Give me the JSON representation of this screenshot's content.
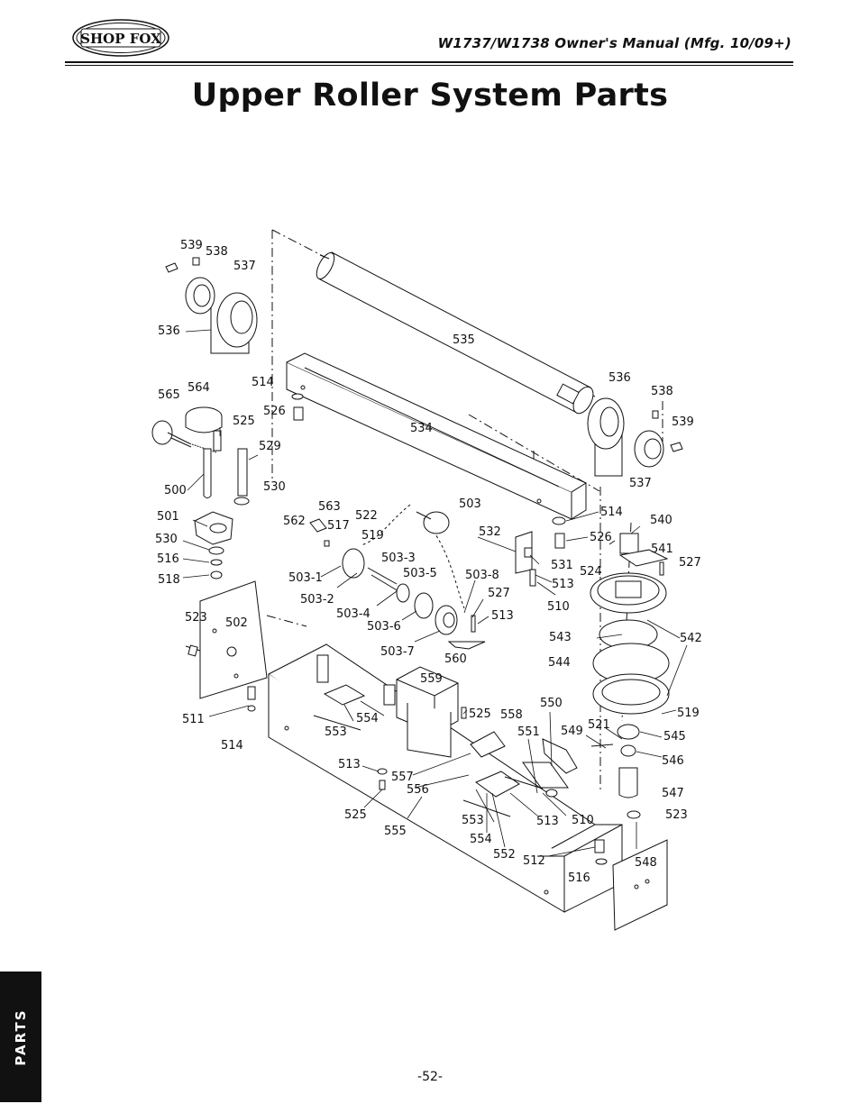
{
  "header": {
    "logo_text": "SHOP FOX",
    "manual_title": "W1737/W1738 Owner's Manual (Mfg. 10/09+)"
  },
  "page_title": "Upper Roller System Parts",
  "diagram": {
    "callouts": [
      {
        "id": "c539a",
        "text": "539"
      },
      {
        "id": "c538a",
        "text": "538"
      },
      {
        "id": "c537a",
        "text": "537"
      },
      {
        "id": "c536a",
        "text": "536"
      },
      {
        "id": "c535",
        "text": "535"
      },
      {
        "id": "c514a",
        "text": "514"
      },
      {
        "id": "c565",
        "text": "565"
      },
      {
        "id": "c564",
        "text": "564"
      },
      {
        "id": "c526a",
        "text": "526"
      },
      {
        "id": "c525a",
        "text": "525"
      },
      {
        "id": "c534",
        "text": "534"
      },
      {
        "id": "c536b",
        "text": "536"
      },
      {
        "id": "c538b",
        "text": "538"
      },
      {
        "id": "c539b",
        "text": "539"
      },
      {
        "id": "c529",
        "text": "529"
      },
      {
        "id": "c537b",
        "text": "537"
      },
      {
        "id": "c500",
        "text": "500"
      },
      {
        "id": "c530a",
        "text": "530"
      },
      {
        "id": "c503",
        "text": "503"
      },
      {
        "id": "c563",
        "text": "563"
      },
      {
        "id": "c522",
        "text": "522"
      },
      {
        "id": "c514b",
        "text": "514"
      },
      {
        "id": "c562",
        "text": "562"
      },
      {
        "id": "c517",
        "text": "517"
      },
      {
        "id": "c540",
        "text": "540"
      },
      {
        "id": "c501",
        "text": "501"
      },
      {
        "id": "c519a",
        "text": "519"
      },
      {
        "id": "c532",
        "text": "532"
      },
      {
        "id": "c526b",
        "text": "526"
      },
      {
        "id": "c530b",
        "text": "530"
      },
      {
        "id": "c541",
        "text": "541"
      },
      {
        "id": "c516a",
        "text": "516"
      },
      {
        "id": "c503_3",
        "text": "503-3"
      },
      {
        "id": "c531",
        "text": "531"
      },
      {
        "id": "c524",
        "text": "524"
      },
      {
        "id": "c527a",
        "text": "527"
      },
      {
        "id": "c518",
        "text": "518"
      },
      {
        "id": "c503_1",
        "text": "503-1"
      },
      {
        "id": "c503_5",
        "text": "503-5"
      },
      {
        "id": "c503_8",
        "text": "503-8"
      },
      {
        "id": "c513a",
        "text": "513"
      },
      {
        "id": "c503_2",
        "text": "503-2"
      },
      {
        "id": "c527b",
        "text": "527"
      },
      {
        "id": "c510a",
        "text": "510"
      },
      {
        "id": "c523a",
        "text": "523"
      },
      {
        "id": "c502",
        "text": "502"
      },
      {
        "id": "c503_4",
        "text": "503-4"
      },
      {
        "id": "c513b",
        "text": "513"
      },
      {
        "id": "c503_6",
        "text": "503-6"
      },
      {
        "id": "c543",
        "text": "543"
      },
      {
        "id": "c542",
        "text": "542"
      },
      {
        "id": "c503_7",
        "text": "503-7"
      },
      {
        "id": "c560",
        "text": "560"
      },
      {
        "id": "c544",
        "text": "544"
      },
      {
        "id": "c559",
        "text": "559"
      },
      {
        "id": "c550",
        "text": "550"
      },
      {
        "id": "c525b",
        "text": "525"
      },
      {
        "id": "c558",
        "text": "558"
      },
      {
        "id": "c519b",
        "text": "519"
      },
      {
        "id": "c511",
        "text": "511"
      },
      {
        "id": "c554a",
        "text": "554"
      },
      {
        "id": "c549",
        "text": "549"
      },
      {
        "id": "c521",
        "text": "521"
      },
      {
        "id": "c545",
        "text": "545"
      },
      {
        "id": "c553a",
        "text": "553"
      },
      {
        "id": "c551",
        "text": "551"
      },
      {
        "id": "c514c",
        "text": "514"
      },
      {
        "id": "c546",
        "text": "546"
      },
      {
        "id": "c513c",
        "text": "513"
      },
      {
        "id": "c557",
        "text": "557"
      },
      {
        "id": "c556",
        "text": "556"
      },
      {
        "id": "c547",
        "text": "547"
      },
      {
        "id": "c525c",
        "text": "525"
      },
      {
        "id": "c523b",
        "text": "523"
      },
      {
        "id": "c553b",
        "text": "553"
      },
      {
        "id": "c513d",
        "text": "513"
      },
      {
        "id": "c510b",
        "text": "510"
      },
      {
        "id": "c555",
        "text": "555"
      },
      {
        "id": "c554b",
        "text": "554"
      },
      {
        "id": "c552",
        "text": "552"
      },
      {
        "id": "c512",
        "text": "512"
      },
      {
        "id": "c548",
        "text": "548"
      },
      {
        "id": "c516b",
        "text": "516"
      }
    ]
  },
  "side_tab": {
    "label": "PARTS"
  },
  "footer": {
    "page_number": "-52-"
  }
}
